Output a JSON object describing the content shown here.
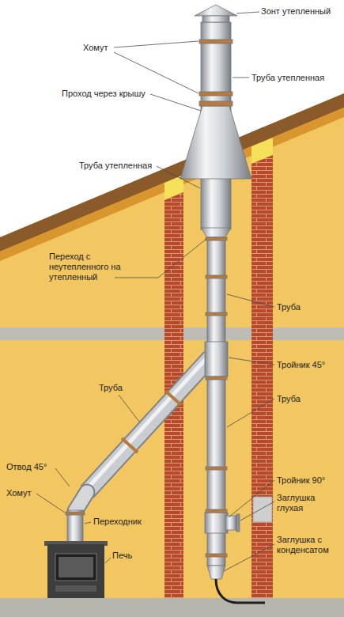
{
  "diagram": {
    "labels": [
      "Зонт утепленный",
      "Хомут",
      "Труба утепленная",
      "Проход через крышу",
      "Труба утепленная",
      "Переход с неутепленного на утепленный",
      "Труба",
      "Тройник 45°",
      "Труба",
      "Труба",
      "Отвод 45°",
      "Хомут",
      "Переходник",
      "Печь",
      "Тройник 90°",
      "Заглушка глухая",
      "Заглушка с конденсатом"
    ]
  }
}
